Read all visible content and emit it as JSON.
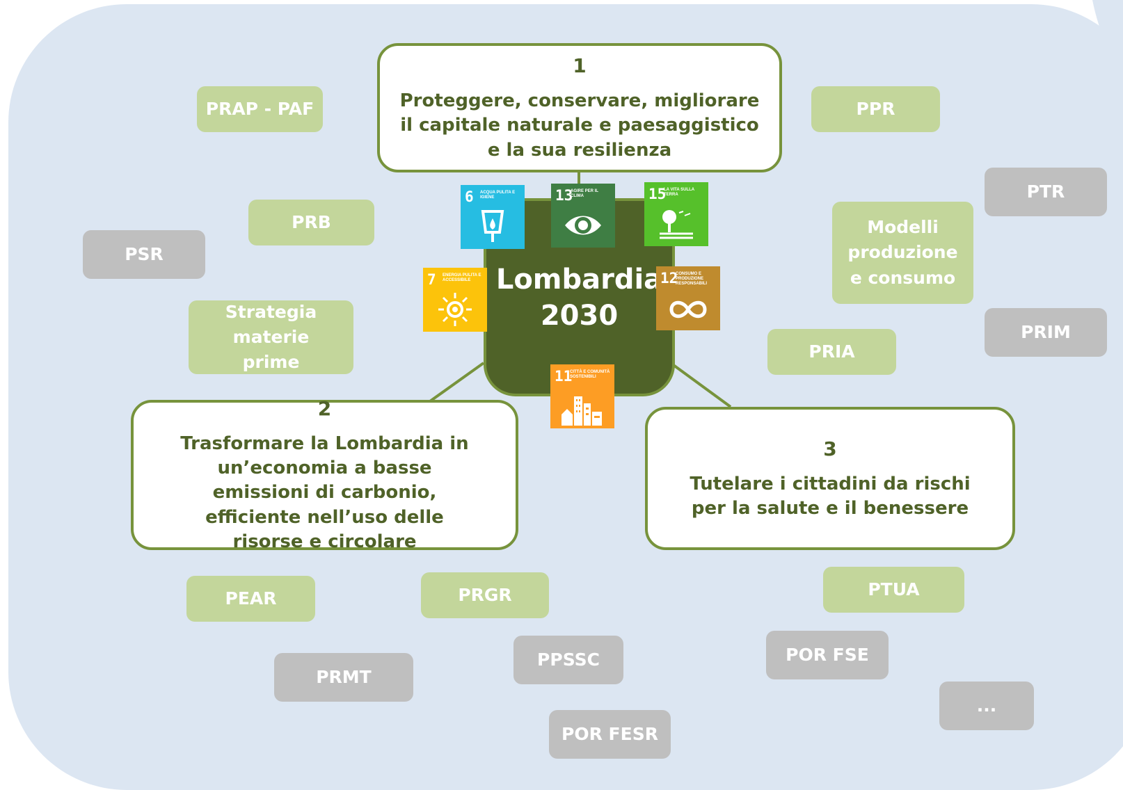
{
  "center": {
    "line1": "Lombardia",
    "line2": "2030"
  },
  "goals": [
    {
      "number": "1",
      "text": "Proteggere, conservare, migliorare il capitale naturale e paesaggistico e la sua resilienza"
    },
    {
      "number": "2",
      "text": "Trasformare la Lombardia in un’economia a basse emissioni di carbonio,  efficiente nell’uso delle risorse e circolare"
    },
    {
      "number": "3",
      "text": "Tutelare i cittadini da rischi per la salute e il benessere"
    }
  ],
  "sdgs": [
    {
      "number": "6",
      "title": "ACQUA PULITA E IGIENE",
      "color": "#26bde2",
      "icon": "water-drop-icon"
    },
    {
      "number": "13",
      "title": "AGIRE PER IL CLIMA",
      "color": "#3f7e44",
      "icon": "eye-earth-icon"
    },
    {
      "number": "15",
      "title": "LA VITA SULLA TERRA",
      "color": "#56c02b",
      "icon": "tree-icon"
    },
    {
      "number": "7",
      "title": "ENERGIA PULITA E ACCESSIBILE",
      "color": "#fcc30b",
      "icon": "sun-icon"
    },
    {
      "number": "12",
      "title": "CONSUMO E PRODUZIONE RESPONSABILI",
      "color": "#bf8b2e",
      "icon": "infinity-icon"
    },
    {
      "number": "11",
      "title": "CITTÀ E COMUNITÀ SOSTENIBILI",
      "color": "#fd9d24",
      "icon": "city-icon"
    }
  ],
  "plans_green": [
    "PRAP - PAF",
    "PPR",
    "PRB",
    "Modelli produzione e consumo",
    "Strategia materie prime",
    "PRIA",
    "PEAR",
    "PRGR",
    "PTUA"
  ],
  "plans_gray": [
    "PTR",
    "PSR",
    "PRIM",
    "PPSSC",
    "POR FSE",
    "PRMT",
    "...",
    "POR FESR"
  ],
  "colors": {
    "panel": "#dce6f2",
    "green_pill": "#c3d69b",
    "gray_pill": "#bfbfbf",
    "goal_border": "#77933c",
    "goal_text": "#4f6228",
    "center_fill": "#4f6228"
  }
}
